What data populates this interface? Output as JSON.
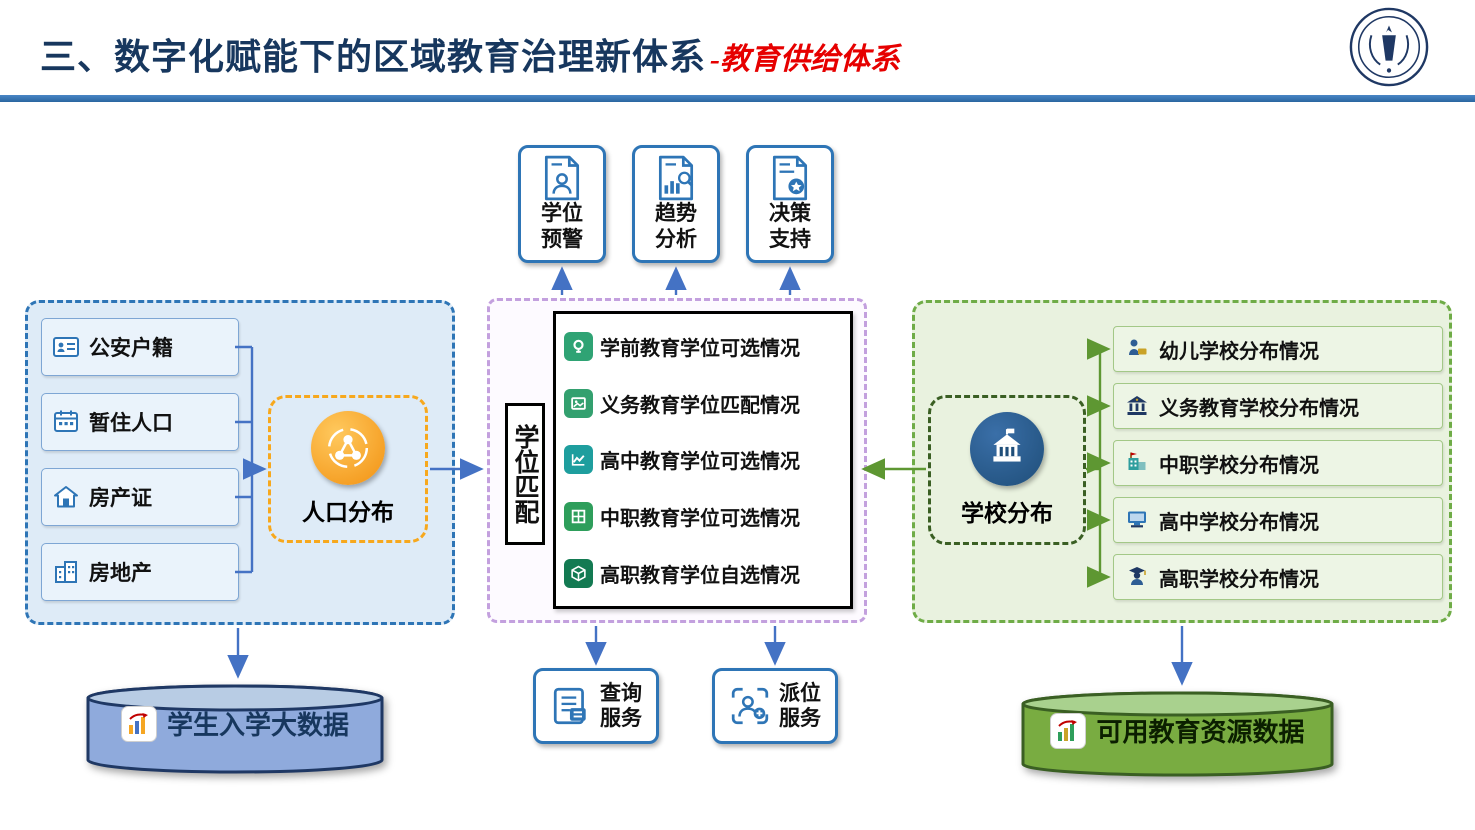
{
  "header": {
    "title": "三、数字化赋能下的区域教育治理新体系",
    "subtitle": "-教育供给体系"
  },
  "left_panel": {
    "sources": [
      {
        "label": "公安户籍",
        "icon": "id-card-icon"
      },
      {
        "label": "暂住人口",
        "icon": "temporary-resident-icon"
      },
      {
        "label": "房产证",
        "icon": "house-certificate-icon"
      },
      {
        "label": "房地产",
        "icon": "real-estate-icon"
      }
    ],
    "hub_label": "人口分布",
    "database_label": "学生入学大数据"
  },
  "center_panel": {
    "vertical_label": "学位匹配",
    "rows": [
      {
        "label": "学前教育学位可选情况"
      },
      {
        "label": "义务教育学位匹配情况"
      },
      {
        "label": "高中教育学位可选情况"
      },
      {
        "label": "中职教育学位可选情况"
      },
      {
        "label": "高职教育学位自选情况"
      }
    ],
    "top_boxes": [
      {
        "line1": "学位",
        "line2": "预警"
      },
      {
        "line1": "趋势",
        "line2": "分析"
      },
      {
        "line1": "决策",
        "line2": "支持"
      }
    ],
    "bottom_boxes": [
      {
        "line1": "查询",
        "line2": "服务"
      },
      {
        "line1": "派位",
        "line2": "服务"
      }
    ]
  },
  "right_panel": {
    "hub_label": "学校分布",
    "schools": [
      {
        "label": "幼儿学校分布情况"
      },
      {
        "label": "义务教育学校分布情况"
      },
      {
        "label": "中职学校分布情况"
      },
      {
        "label": "高中学校分布情况"
      },
      {
        "label": "高职学校分布情况"
      }
    ],
    "database_label": "可用教育资源数据"
  },
  "colors": {
    "title_navy": "#17375E",
    "subtitle_red": "#E60000",
    "blue_accent": "#2E75B6",
    "arrow_blue": "#4472C4",
    "orange_accent": "#F7A81D",
    "green_accent": "#6FAC47",
    "dark_green": "#3A5F23",
    "purple_border": "#C3A0DE"
  }
}
